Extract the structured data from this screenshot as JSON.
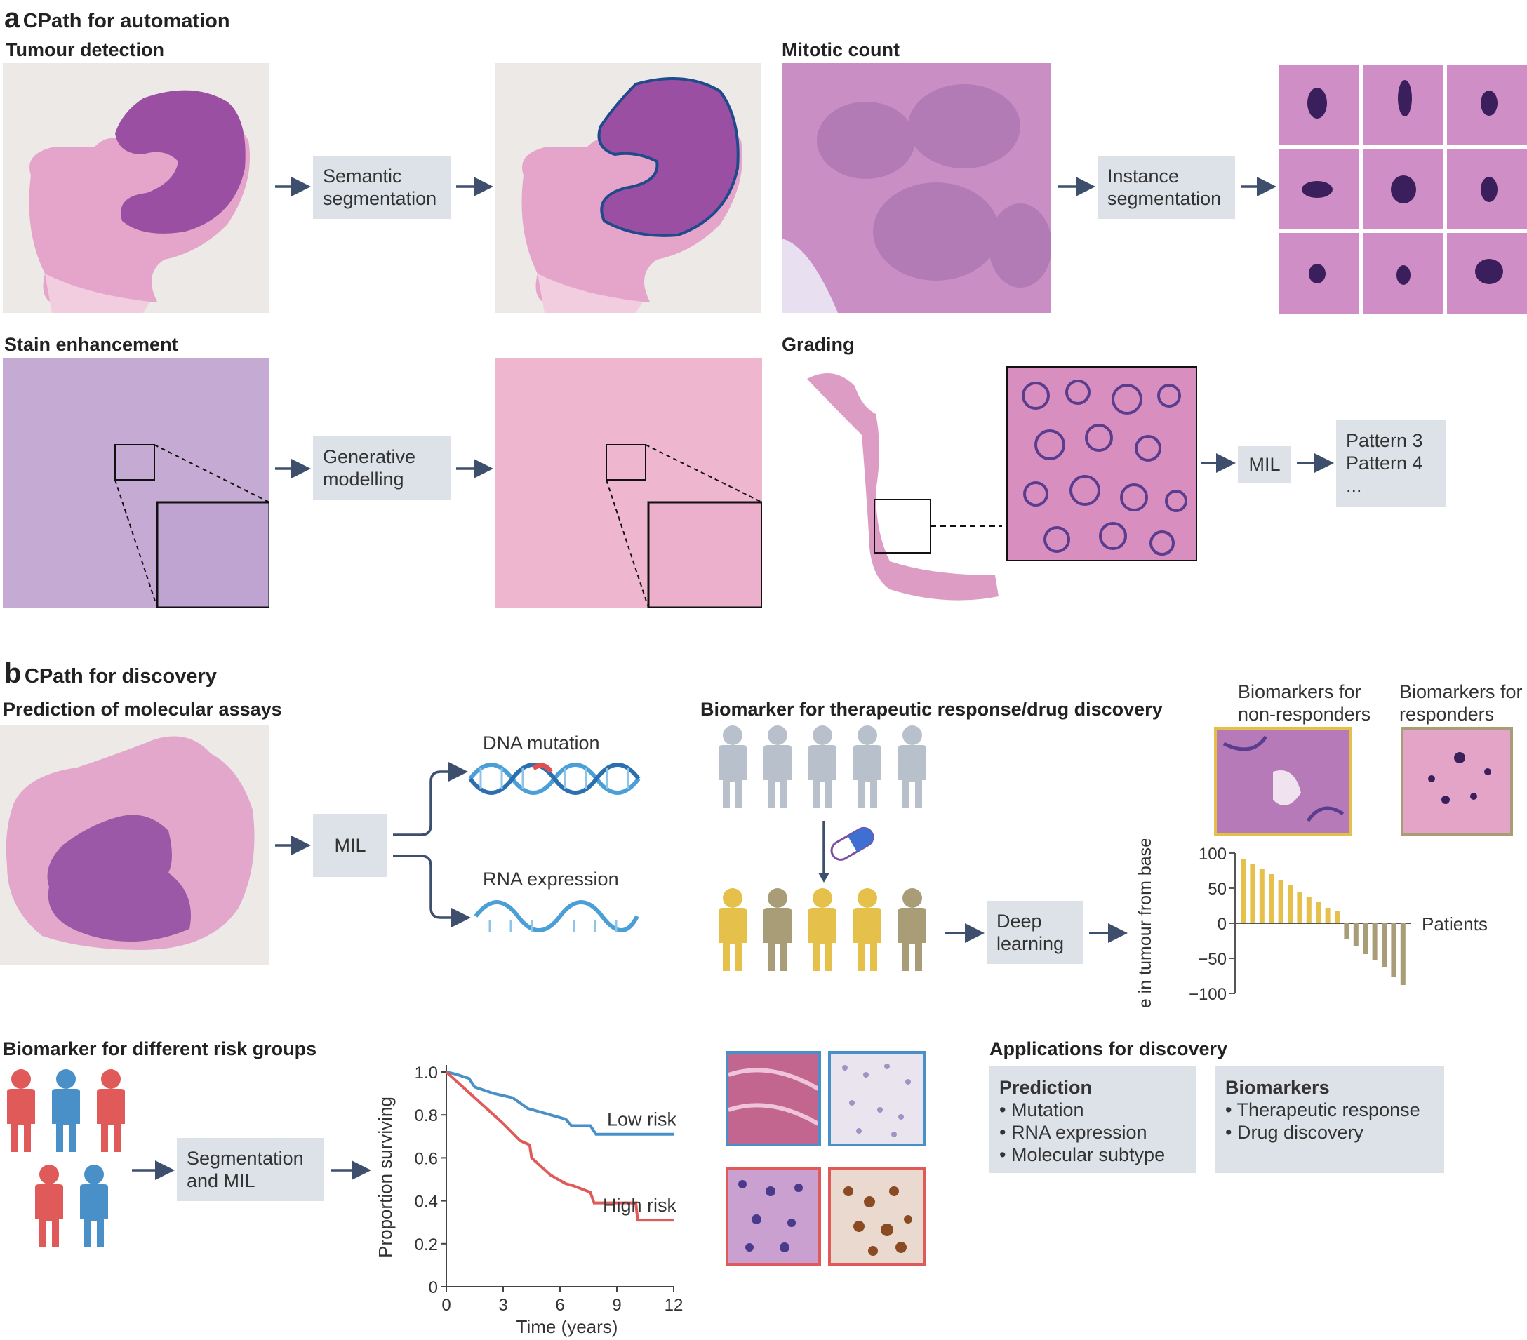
{
  "panel_a": {
    "letter": "a",
    "title": "CPath for automation"
  },
  "panel_b": {
    "letter": "b",
    "title": "CPath for discovery"
  },
  "tumour": {
    "title": "Tumour detection",
    "step": "Semantic segmentation"
  },
  "mitotic": {
    "title": "Mitotic count",
    "step": "Instance segmentation"
  },
  "stain": {
    "title": "Stain enhancement",
    "step": "Generative modelling"
  },
  "grading": {
    "title": "Grading",
    "step": "MIL",
    "patterns": [
      "Pattern 3",
      "Pattern 4",
      "..."
    ]
  },
  "molecular": {
    "title": "Prediction of molecular assays",
    "step": "MIL",
    "out1": "DNA mutation",
    "out2": "RNA expression"
  },
  "therapeutic": {
    "title": "Biomarker for therapeutic response/drug discovery",
    "step": "Deep learning",
    "nonresp_label": "Biomarkers for non-responders",
    "resp_label": "Biomarkers for responders"
  },
  "risk": {
    "title": "Biomarker for different risk groups",
    "step": "Segmentation and MIL"
  },
  "applications": {
    "title": "Applications for discovery",
    "prediction": {
      "heading": "Prediction",
      "items": [
        "Mutation",
        "RNA expression",
        "Molecular subtype"
      ]
    },
    "biomarkers": {
      "heading": "Biomarkers",
      "items": [
        "Therapeutic response",
        "Drug discovery"
      ]
    }
  },
  "colors": {
    "arrow": "#3d4f6d",
    "box": "#dde2e8",
    "low_risk": "#4a90c8",
    "high_risk": "#e05a5a",
    "yellow": "#e5c04a",
    "olive": "#a89d76",
    "grey_person": "#b8c0cc",
    "tissue": "#d48bbd"
  },
  "chart_data": [
    {
      "type": "bar",
      "ylabel": "Change in tumour from baseline (%)",
      "xlabel": "Patients",
      "ylim": [
        -100,
        100
      ],
      "yticks": [
        "100",
        "50",
        "0",
        "−50",
        "−100"
      ],
      "series": [
        {
          "values": [
            92,
            85,
            78,
            70,
            62,
            54,
            45,
            38,
            30,
            22,
            18,
            -22,
            -33,
            -44,
            -52,
            -63,
            -76,
            -88
          ]
        }
      ]
    },
    {
      "type": "line",
      "xlabel": "Time (years)",
      "ylabel": "Proportion surviving",
      "xlim": [
        0,
        12
      ],
      "ylim": [
        0,
        1.0
      ],
      "xticks": [
        "0",
        "3",
        "6",
        "9",
        "12"
      ],
      "yticks": [
        "1.0",
        "0.8",
        "0.6",
        "0.4",
        "0.2",
        "0"
      ],
      "series": [
        {
          "name": "Low risk",
          "x": [
            0,
            0.5,
            1.2,
            1.5,
            2.5,
            3.5,
            4.3,
            6.3,
            6.6,
            7.6,
            7.9,
            12
          ],
          "y": [
            1.0,
            0.99,
            0.97,
            0.93,
            0.9,
            0.88,
            0.83,
            0.78,
            0.75,
            0.75,
            0.71,
            0.71
          ]
        },
        {
          "name": "High risk",
          "x": [
            0,
            1.5,
            3,
            3.9,
            4.4,
            4.5,
            5.5,
            6.3,
            6.7,
            7.6,
            7.8,
            10,
            10.1,
            12
          ],
          "y": [
            1.0,
            0.88,
            0.76,
            0.68,
            0.66,
            0.6,
            0.52,
            0.48,
            0.47,
            0.44,
            0.39,
            0.39,
            0.31,
            0.31
          ]
        }
      ]
    }
  ]
}
